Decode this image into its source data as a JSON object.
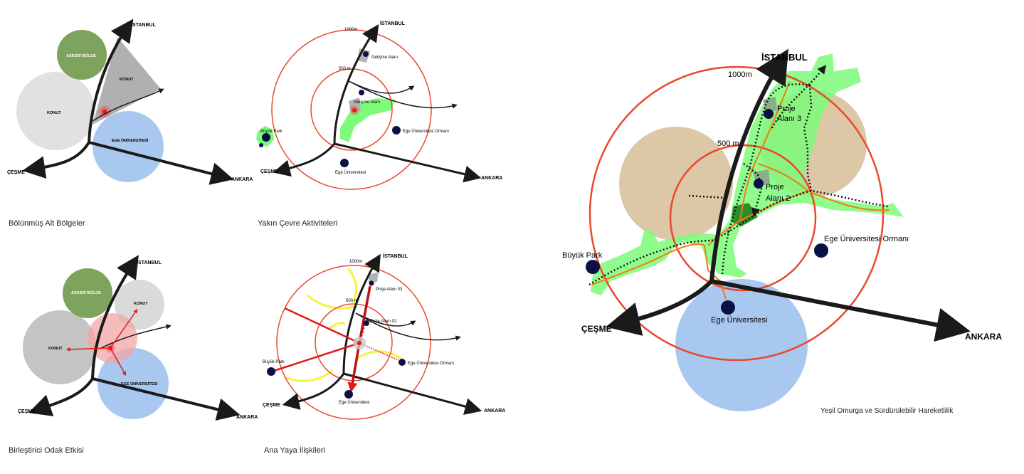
{
  "colors": {
    "road": "#1a1a1a",
    "ring": "#e8492a",
    "green": "#7dfb7a",
    "darkgreen": "#2e8b2e",
    "blue": "#a9c8f0",
    "gray": "#b3b3b3",
    "lightgray": "#e1e1e1",
    "olive": "#7ea35c",
    "tan": "#dcc7a7",
    "navy": "#0b1146",
    "red": "#e01a1a",
    "yellow": "#f4f43a",
    "orange": "#f07c0e"
  },
  "panel1": {
    "caption": "Bölünmüş Alt Bölgeler",
    "istanbul": "İSTANBUL",
    "cesme": "ÇEŞME",
    "ankara": "ANKARA",
    "askeri": "ASKERİ BÖLGE",
    "konut_left": "KONUT",
    "konut_right": "KONUT",
    "ege": "EGE ÜNİVERSİTESİ"
  },
  "panel2": {
    "caption": "Yakın Çevre Aktiviteleri",
    "istanbul": "İSTANBUL",
    "cesme": "ÇEŞME",
    "ankara": "ANKARA",
    "r1000": "1000m",
    "r500": "500 m",
    "gelisme1": "Gelişme Alanı",
    "gelisme2": "Gelişme Alanı",
    "buyukpark": "Büyük Park",
    "orman": "Ege Üniversitesi Ormanı",
    "egeuni": "Ege Üniversitesi"
  },
  "panel3": {
    "caption": "Birleştirici Odak Etkisi",
    "istanbul": "İSTANBUL",
    "cesme": "ÇEŞME",
    "ankara": "ANKARA",
    "askeri": "ASKERİ BÖLGE",
    "konut_left": "KONUT",
    "konut_right": "KONUT",
    "ege": "EGE ÜNİVERSİTESİ"
  },
  "panel4": {
    "caption": "Ana Yaya İlişkileri",
    "istanbul": "İSTANBUL",
    "cesme": "ÇEŞME",
    "ankara": "ANKARA",
    "r1000": "1000m",
    "r500": "500 m",
    "proje03": "Proje Alanı 03",
    "proje02": "Proje Alanı 02",
    "buyukpark": "Büyük Park",
    "orman": "Ege Üniversitesi Ormanı",
    "egeuni": "Ege Üniversitesi"
  },
  "panel5": {
    "caption": "Yeşil Omurga ve Sürdürülebilir Hareketlilik",
    "istanbul": "İSTANBUL",
    "cesme": "ÇEŞME",
    "ankara": "ANKARA",
    "r1000": "1000m",
    "r500": "500 m",
    "proje3_l1": "Proje",
    "proje3_l2": "Alanı 3",
    "proje2_l1": "Proje",
    "proje2_l2": "Alanı 2",
    "buyukpark": "Büyük Park",
    "orman": "Ege Üniversitesi Ormanı",
    "egeuni": "Ege Üniversitesi"
  }
}
